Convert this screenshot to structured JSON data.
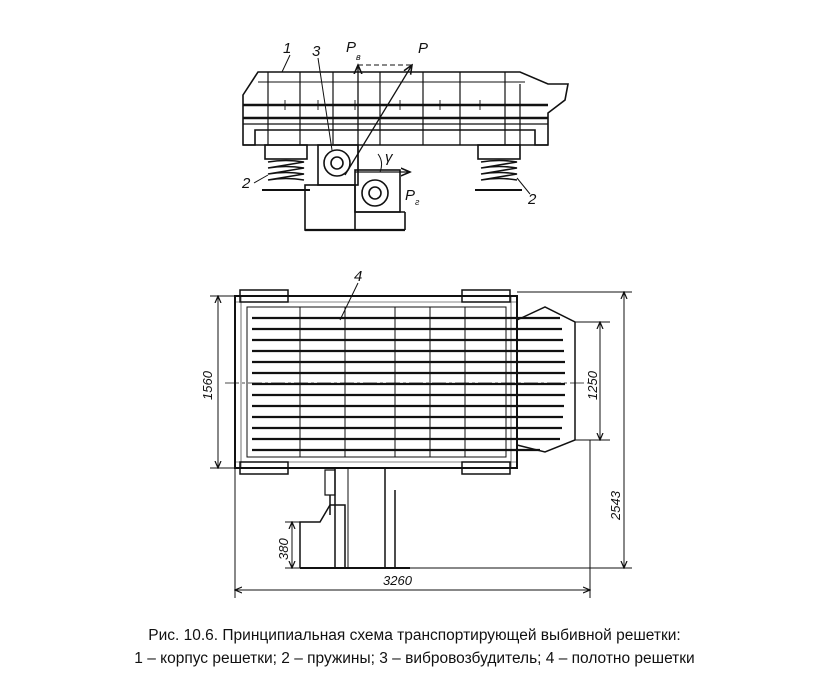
{
  "top_view_labels": {
    "body": "1",
    "exciter": "3",
    "spring_left": "2",
    "spring_right": "2",
    "force_p": "P",
    "force_pv": "P",
    "force_pv_sub": "в",
    "force_pg": "P",
    "force_pg_sub": "г",
    "angle": "γ"
  },
  "plan_view_labels": {
    "screen_cloth": "4"
  },
  "dimensions": {
    "width_1560": "1560",
    "width_1250": "1250",
    "height_380": "380",
    "length_3260": "3260",
    "total_2543": "2543"
  },
  "caption": {
    "line1": "Рис. 10.6. Принципиальная схема транспортирующей выбивной решетки:",
    "line2": "1 – корпус решетки; 2 – пружины; 3 – вибровозбудитель; 4 – полотно решетки"
  }
}
